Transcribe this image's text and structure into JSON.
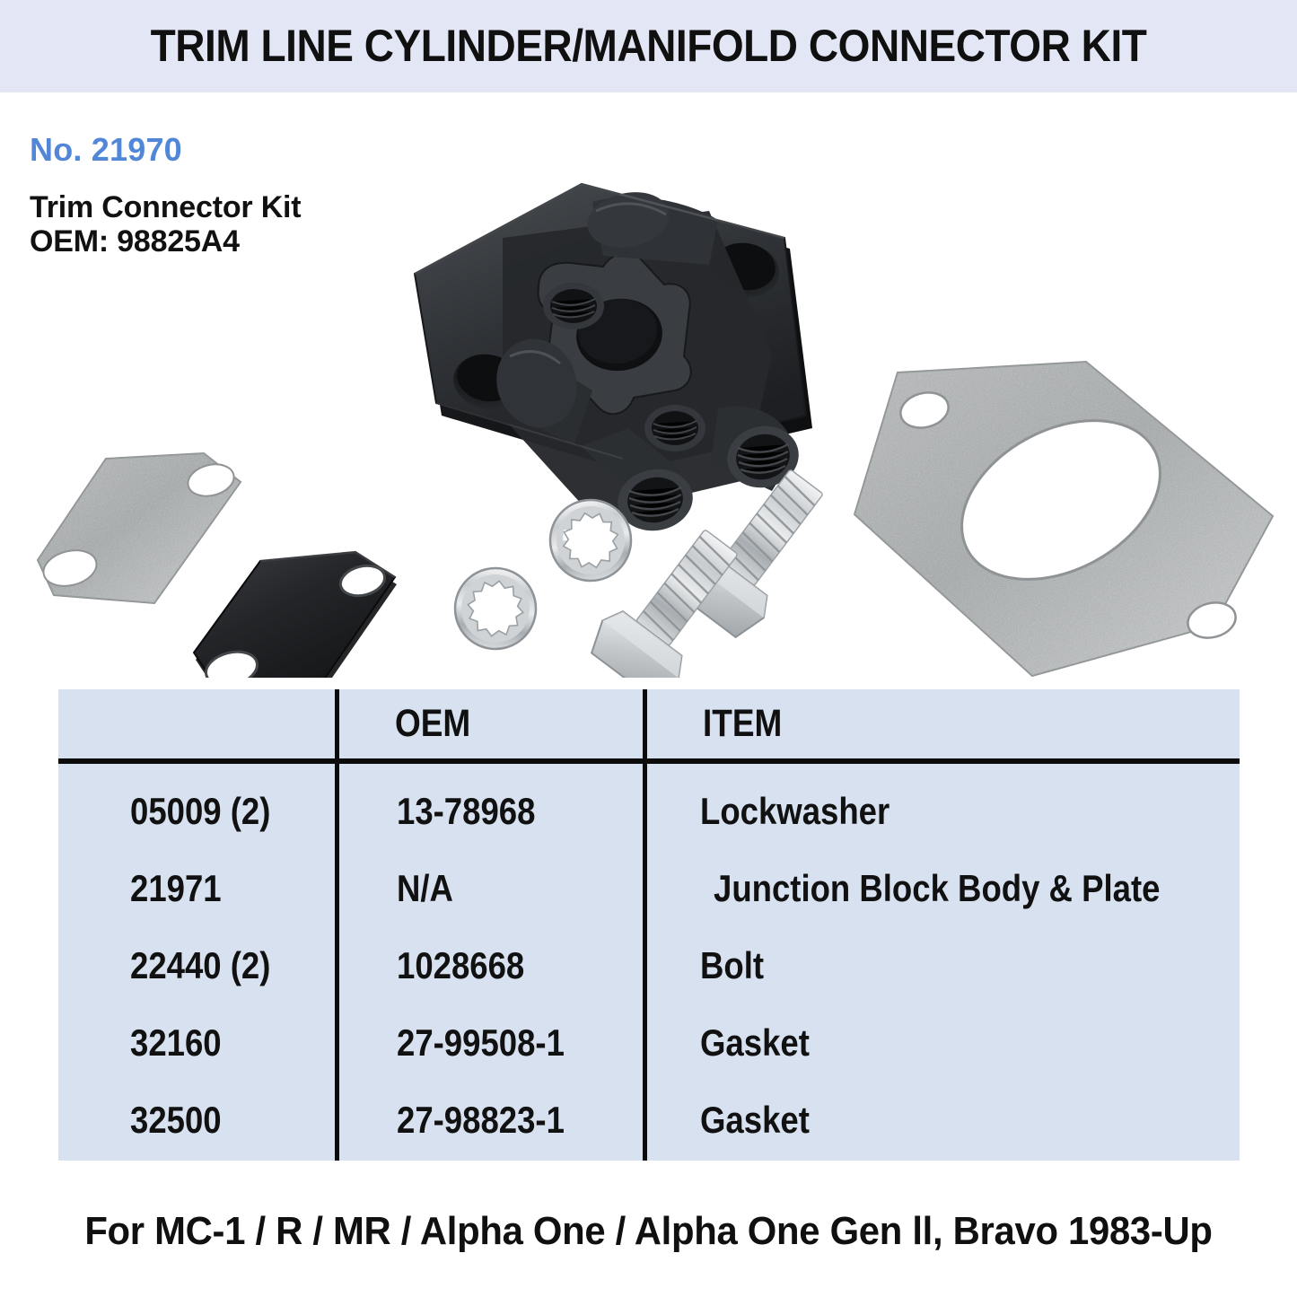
{
  "header": {
    "title": "TRIM LINE CYLINDER/MANIFOLD CONNECTOR KIT",
    "band_color": "#e2e6f5"
  },
  "info": {
    "part_number": "No. 21970",
    "part_number_color": "#5287d8",
    "kit_name": "Trim Connector Kit",
    "oem_line": "OEM: 98825A4"
  },
  "photo": {
    "parts": [
      {
        "name": "gasket-small-grey",
        "label": "Gasket"
      },
      {
        "name": "plate-black",
        "label": "Plate"
      },
      {
        "name": "junction-block-body",
        "label": "Junction Block Body"
      },
      {
        "name": "gasket-large-grey",
        "label": "Gasket"
      },
      {
        "name": "lockwasher-1",
        "label": "Lockwasher"
      },
      {
        "name": "lockwasher-2",
        "label": "Lockwasher"
      },
      {
        "name": "bolt-1",
        "label": "Bolt"
      },
      {
        "name": "bolt-2",
        "label": "Bolt"
      }
    ]
  },
  "table": {
    "fill_color": "#d7e1f0",
    "line_color": "#0b0b0b",
    "headers": [
      "",
      "OEM",
      "ITEM"
    ],
    "rows": [
      {
        "ref": "05009 (2)",
        "oem": "13-78968",
        "item": "Lockwasher",
        "indent": false
      },
      {
        "ref": "21971",
        "oem": "N/A",
        "item": "Junction Block  Body & Plate",
        "indent": true
      },
      {
        "ref": "22440 (2)",
        "oem": "1028668",
        "item": "Bolt",
        "indent": false
      },
      {
        "ref": "32160",
        "oem": "27-99508-1",
        "item": "Gasket",
        "indent": false
      },
      {
        "ref": "32500",
        "oem": "27-98823-1",
        "item": "Gasket",
        "indent": false
      }
    ]
  },
  "footer": {
    "compatibility": "For MC-1 / R / MR / Alpha One / Alpha One Gen ll, Bravo 1983-Up"
  }
}
